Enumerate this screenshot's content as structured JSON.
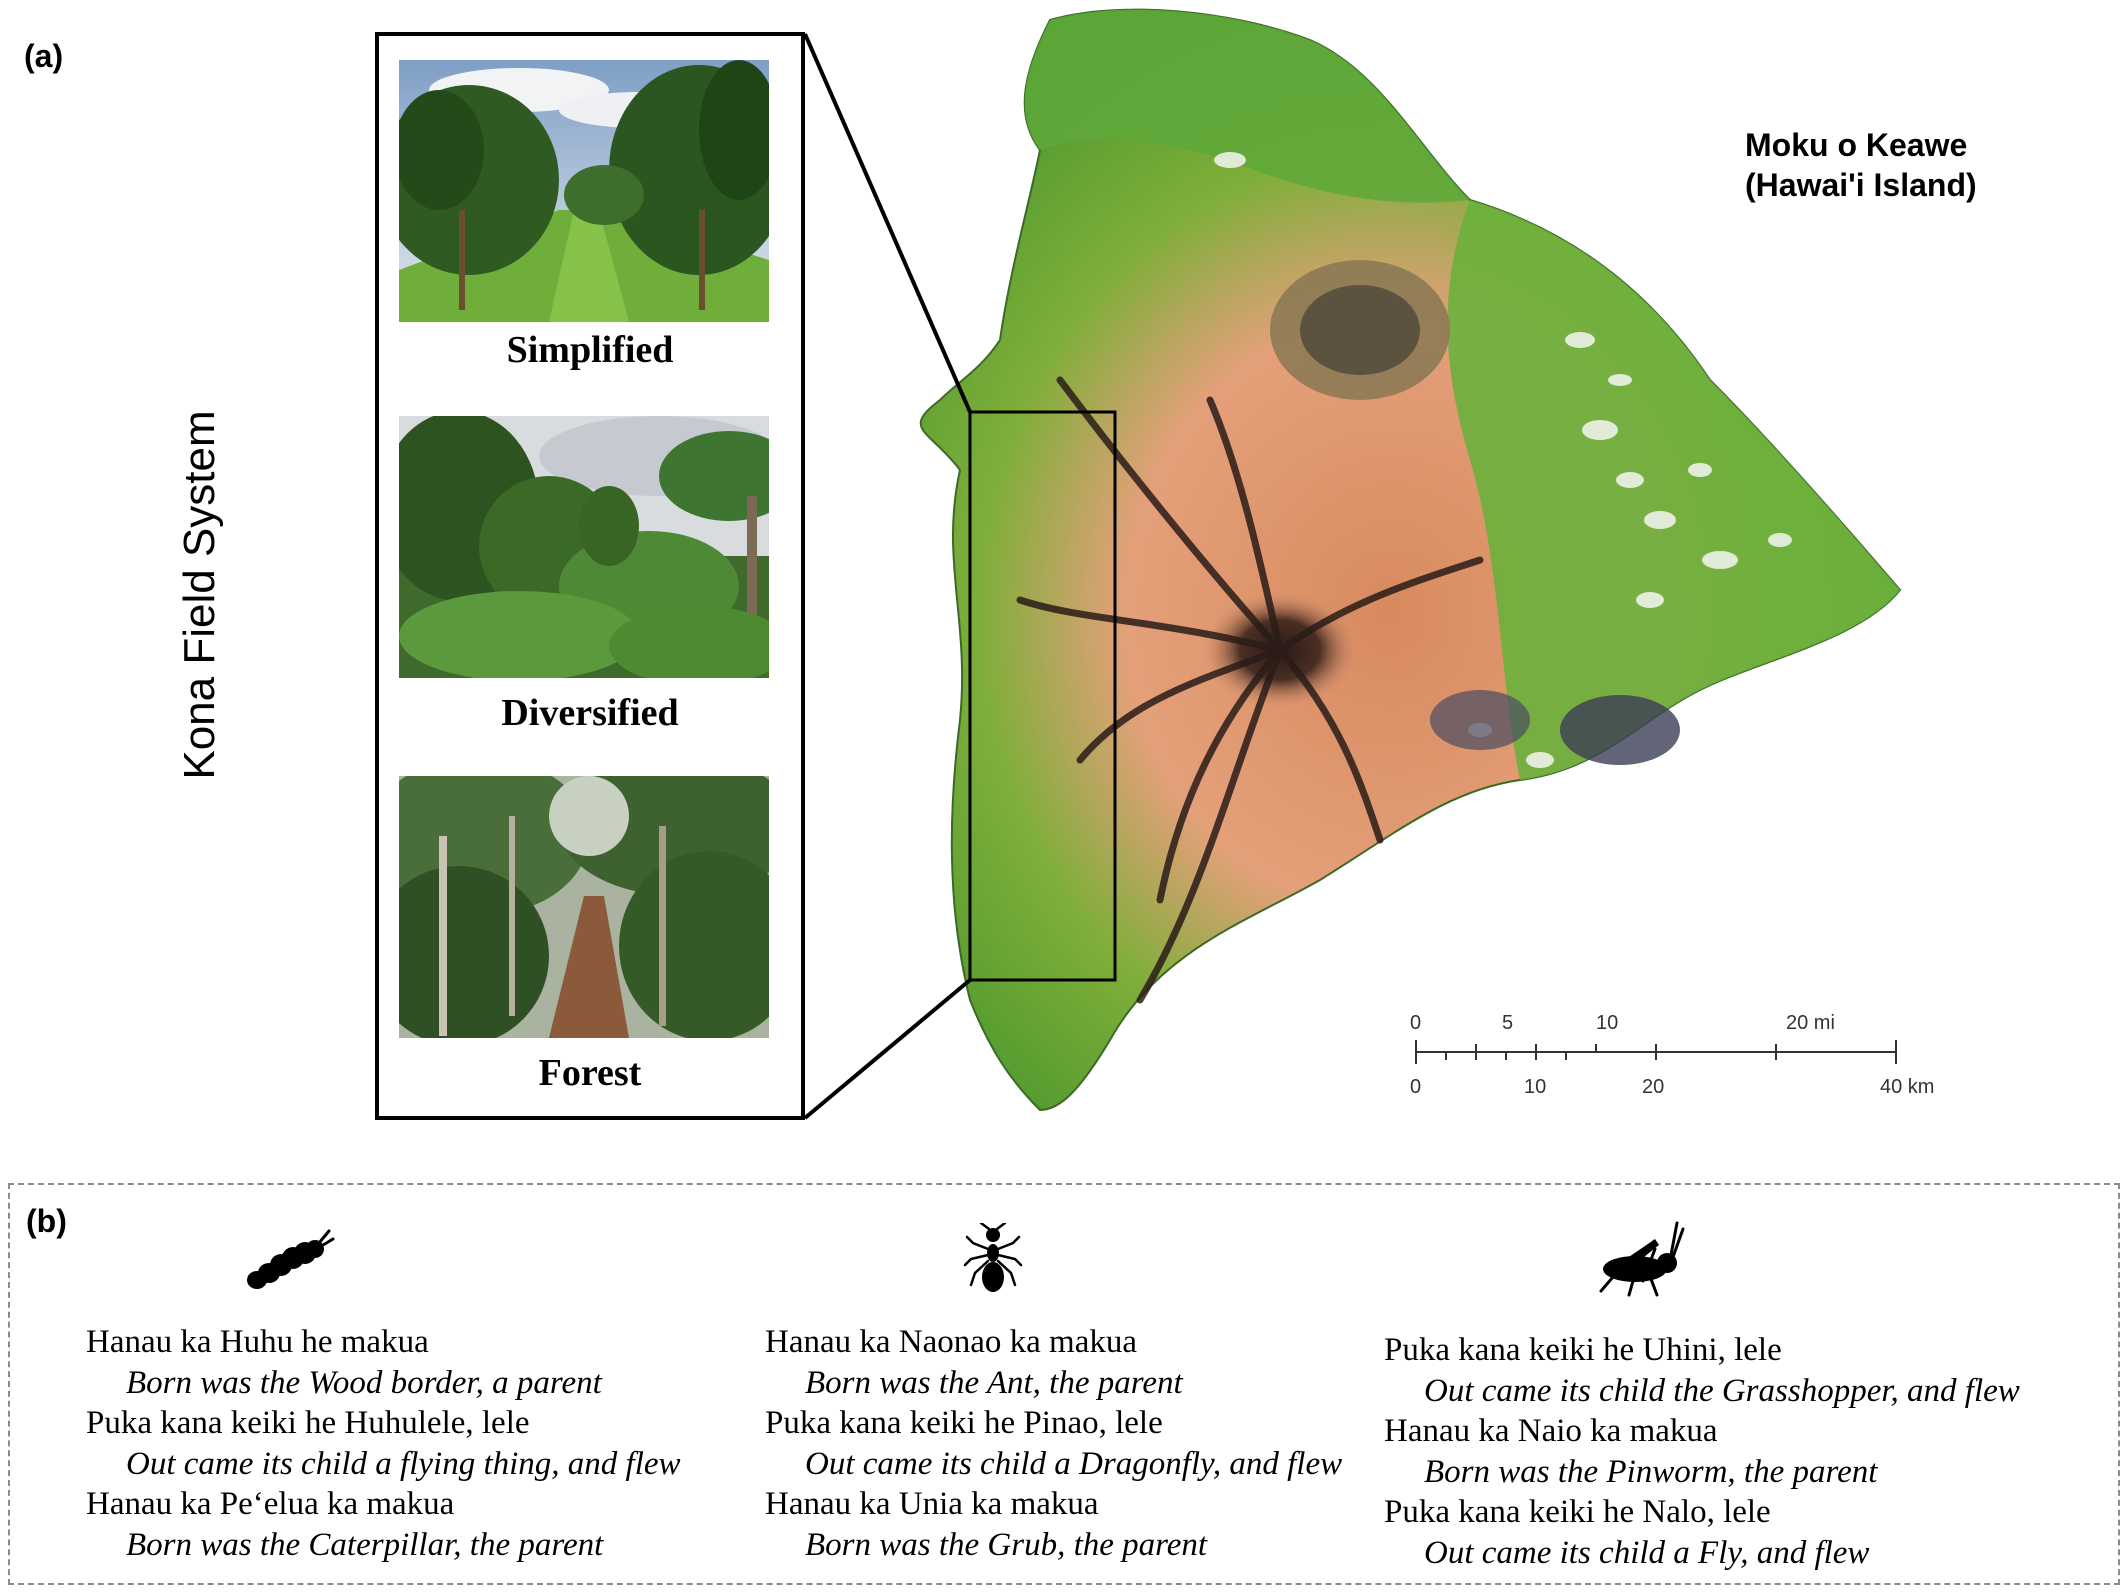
{
  "panel_a": {
    "label": "(a)",
    "kona_title": "Kona Field System",
    "photos": [
      {
        "caption": "Simplified"
      },
      {
        "caption": "Diversified"
      },
      {
        "caption": "Forest"
      }
    ],
    "map_title_line1": "Moku o Keawe",
    "map_title_line2": "(Hawai'i Island)",
    "scale_bar": {
      "mi_ticks": [
        "0",
        "5",
        "10",
        "20 mi"
      ],
      "km_ticks": [
        "0",
        "10",
        "20",
        "40 km"
      ]
    }
  },
  "panel_b": {
    "label": "(b)",
    "columns": [
      {
        "icon": "caterpillar-icon",
        "lines": [
          {
            "hawaiian": "Hanau ka Huhu he makua",
            "english": "Born was the Wood border, a parent"
          },
          {
            "hawaiian": "Puka kana keiki he Huhulele, lele",
            "english": "Out came its child a flying thing, and flew"
          },
          {
            "hawaiian": "Hanau ka Pe‘elua ka makua",
            "english": "Born was the Caterpillar, the parent"
          }
        ]
      },
      {
        "icon": "ant-icon",
        "lines": [
          {
            "hawaiian": "Hanau ka Naonao ka makua",
            "english": "Born was the Ant, the parent"
          },
          {
            "hawaiian": "Puka kana keiki he Pinao, lele",
            "english": "Out came its child a Dragonfly, and flew"
          },
          {
            "hawaiian": "Hanau ka Unia ka makua",
            "english": "Born was the Grub, the parent"
          }
        ]
      },
      {
        "icon": "grasshopper-icon",
        "lines": [
          {
            "hawaiian": "Puka kana keiki he Uhini, lele",
            "english": "Out came its child the Grasshopper, and flew"
          },
          {
            "hawaiian": "Hanau ka Naio ka makua",
            "english": "Born was the Pinworm, the parent"
          },
          {
            "hawaiian": "Puka kana keiki he Nalo, lele",
            "english": "Out came its child a Fly, and flew"
          }
        ]
      }
    ]
  }
}
